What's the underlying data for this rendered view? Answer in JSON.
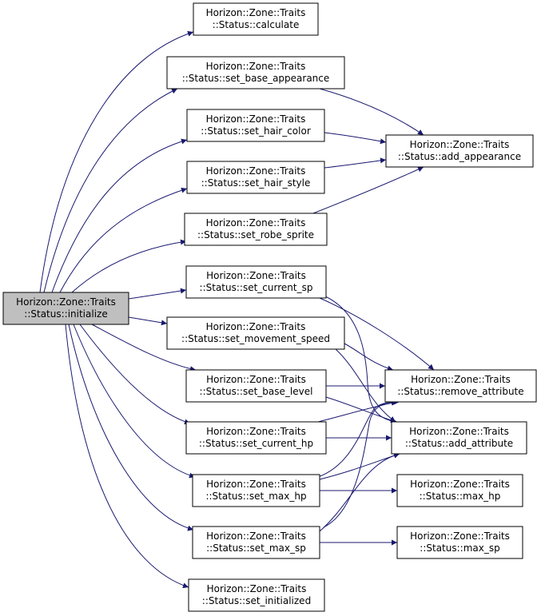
{
  "colors": {
    "edge": "#191970",
    "root_fill": "#bfbfbf",
    "node_fill": "#ffffff",
    "border": "#000000"
  },
  "nodes": {
    "initialize": {
      "line1": "Horizon::Zone::Traits",
      "line2": "::Status::initialize"
    },
    "calculate": {
      "line1": "Horizon::Zone::Traits",
      "line2": "::Status::calculate"
    },
    "set_base_app": {
      "line1": "Horizon::Zone::Traits",
      "line2": "::Status::set_base_appearance"
    },
    "set_hair_color": {
      "line1": "Horizon::Zone::Traits",
      "line2": "::Status::set_hair_color"
    },
    "set_hair_style": {
      "line1": "Horizon::Zone::Traits",
      "line2": "::Status::set_hair_style"
    },
    "set_robe": {
      "line1": "Horizon::Zone::Traits",
      "line2": "::Status::set_robe_sprite"
    },
    "add_app": {
      "line1": "Horizon::Zone::Traits",
      "line2": "::Status::add_appearance"
    },
    "set_cur_sp": {
      "line1": "Horizon::Zone::Traits",
      "line2": "::Status::set_current_sp"
    },
    "set_move": {
      "line1": "Horizon::Zone::Traits",
      "line2": "::Status::set_movement_speed"
    },
    "set_base_lvl": {
      "line1": "Horizon::Zone::Traits",
      "line2": "::Status::set_base_level"
    },
    "set_cur_hp": {
      "line1": "Horizon::Zone::Traits",
      "line2": "::Status::set_current_hp"
    },
    "set_max_hp": {
      "line1": "Horizon::Zone::Traits",
      "line2": "::Status::set_max_hp"
    },
    "set_max_sp": {
      "line1": "Horizon::Zone::Traits",
      "line2": "::Status::set_max_sp"
    },
    "set_init": {
      "line1": "Horizon::Zone::Traits",
      "line2": "::Status::set_initialized"
    },
    "remove_attr": {
      "line1": "Horizon::Zone::Traits",
      "line2": "::Status::remove_attribute"
    },
    "add_attr": {
      "line1": "Horizon::Zone::Traits",
      "line2": "::Status::add_attribute"
    },
    "max_hp": {
      "line1": "Horizon::Zone::Traits",
      "line2": "::Status::max_hp"
    },
    "max_sp": {
      "line1": "Horizon::Zone::Traits",
      "line2": "::Status::max_sp"
    }
  },
  "edges": [
    {
      "from": "initialize",
      "to": "calculate"
    },
    {
      "from": "initialize",
      "to": "set_base_app"
    },
    {
      "from": "initialize",
      "to": "set_hair_color"
    },
    {
      "from": "initialize",
      "to": "set_hair_style"
    },
    {
      "from": "initialize",
      "to": "set_robe"
    },
    {
      "from": "initialize",
      "to": "set_cur_sp"
    },
    {
      "from": "initialize",
      "to": "set_move"
    },
    {
      "from": "initialize",
      "to": "set_base_lvl"
    },
    {
      "from": "initialize",
      "to": "set_cur_hp"
    },
    {
      "from": "initialize",
      "to": "set_max_hp"
    },
    {
      "from": "initialize",
      "to": "set_max_sp"
    },
    {
      "from": "initialize",
      "to": "set_init"
    },
    {
      "from": "set_base_app",
      "to": "add_app"
    },
    {
      "from": "set_hair_color",
      "to": "add_app"
    },
    {
      "from": "set_hair_style",
      "to": "add_app"
    },
    {
      "from": "set_robe",
      "to": "add_app"
    },
    {
      "from": "set_cur_sp",
      "to": "remove_attr"
    },
    {
      "from": "set_cur_sp",
      "to": "add_attr"
    },
    {
      "from": "set_move",
      "to": "remove_attr"
    },
    {
      "from": "set_move",
      "to": "add_attr"
    },
    {
      "from": "set_base_lvl",
      "to": "remove_attr"
    },
    {
      "from": "set_base_lvl",
      "to": "add_attr"
    },
    {
      "from": "set_cur_hp",
      "to": "remove_attr"
    },
    {
      "from": "set_cur_hp",
      "to": "add_attr"
    },
    {
      "from": "set_max_hp",
      "to": "remove_attr"
    },
    {
      "from": "set_max_hp",
      "to": "add_attr"
    },
    {
      "from": "set_max_hp",
      "to": "max_hp"
    },
    {
      "from": "set_max_sp",
      "to": "remove_attr"
    },
    {
      "from": "set_max_sp",
      "to": "add_attr"
    },
    {
      "from": "set_max_sp",
      "to": "max_sp"
    }
  ]
}
